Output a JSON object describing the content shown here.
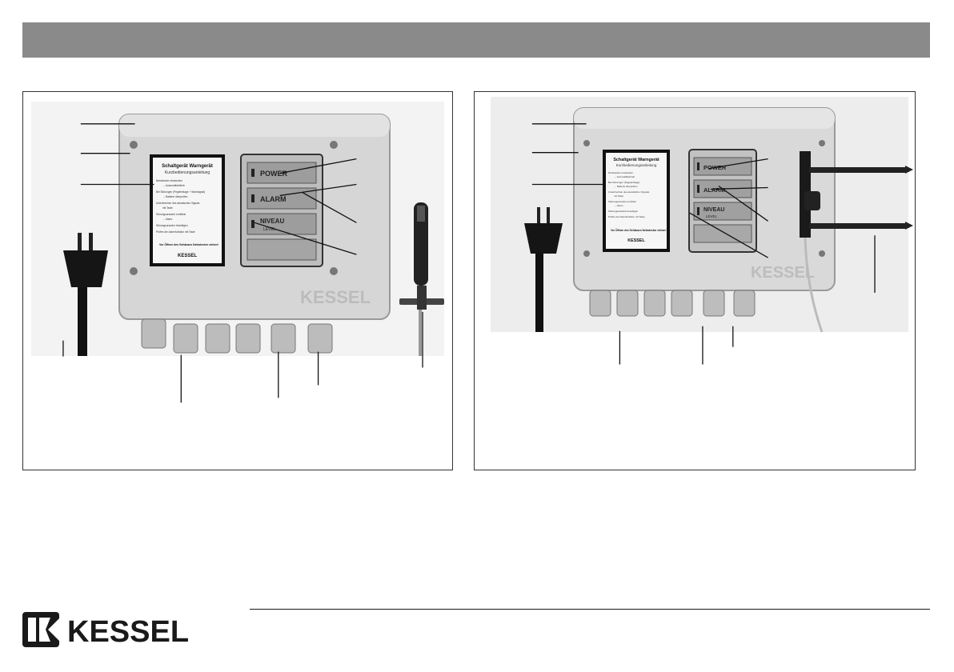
{
  "brand": {
    "name": "KESSEL",
    "primary_color": "#1a1a1a"
  },
  "figure_left": {
    "panel": {
      "title": "Schaltgerät Warngerät",
      "subtitle": "Kurzbedienungsanleitung",
      "instruction_lines": [
        "Netzstecker einstecken",
        "→ Automatikbetrieb",
        "Bei Störungen (Pegeleinlage + Warnsignal)",
        "→ Batterie überprüfen",
        "Unterbrechen des akustischen Signals",
        "mit Taste",
        "Störungsursache ermitteln",
        "→ Alarm",
        "Störungsursache beseitigen",
        "Prüfen der Alarmfunktion mit Taste"
      ],
      "warning": "Vor Öffnen des Gehäuses Netzstecker ziehen!",
      "panel_brand": "KESSEL"
    },
    "buttons": [
      {
        "label": "POWER",
        "sub": ""
      },
      {
        "label": "ALARM",
        "sub": ""
      },
      {
        "label": "NIVEAU",
        "sub": "LEVEL"
      }
    ],
    "housing_brand": "KESSEL"
  },
  "figure_right": {
    "panel": {
      "title": "Schaltgerät Warngerät",
      "subtitle": "Kurzbedienungsanleitung",
      "instruction_lines": [
        "Netzstecker einstecken",
        "→ Automatikbetrieb",
        "Bei Störungen (Pegeleinlage)",
        "→ Batterie überprüfen",
        "Unterbrechen des akustischen Signals",
        "mit Taste",
        "Störungsursache ermitteln",
        "→ Alarm",
        "Störungsursache beseitigen",
        "Prüfen der Alarmfunktion mit Taste"
      ],
      "warning": "Vor Öffnen des Gehäuses Netzstecker ziehen!",
      "panel_brand": "KESSEL"
    },
    "buttons": [
      {
        "label": "POWER",
        "sub": ""
      },
      {
        "label": "ALARM",
        "sub": ""
      },
      {
        "label": "NIVEAU",
        "sub": "LEVEL"
      }
    ],
    "housing_brand": "KESSEL"
  },
  "footer": {
    "logo_text": "KESSEL"
  }
}
